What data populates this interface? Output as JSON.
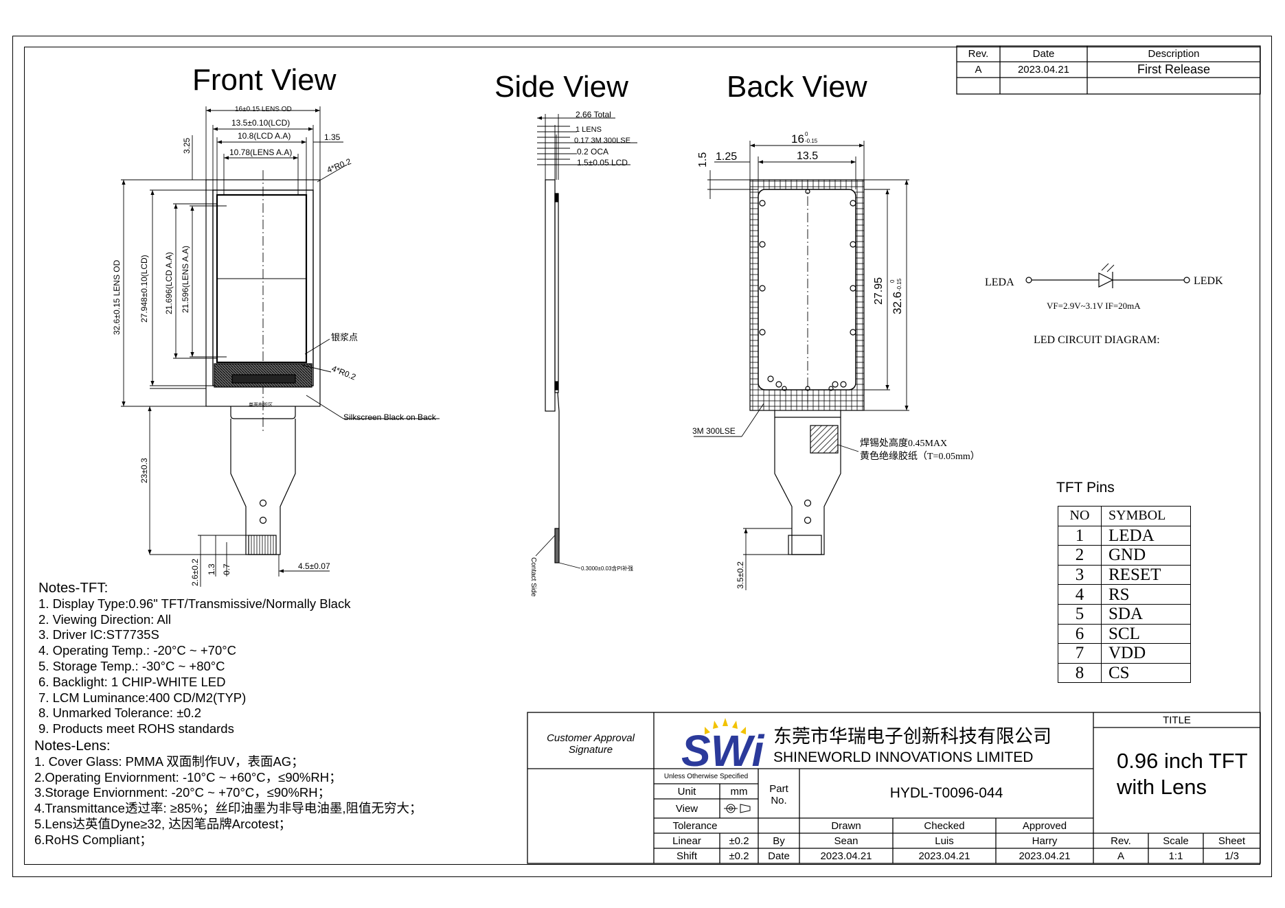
{
  "views": {
    "front": "Front View",
    "side": "Side View",
    "back": "Back View"
  },
  "revision_table": {
    "headers": [
      "Rev.",
      "Date",
      "Description"
    ],
    "rows": [
      [
        "A",
        "2023.04.21",
        "First Release"
      ]
    ]
  },
  "front_dims": {
    "lens_od_w": "16±0.15  LENS OD",
    "lcd_w": "13.5±0.10(LCD)",
    "lcd_aa_w": "10.8(LCD A.A)",
    "lens_aa_w": "10.78(LENS A.A)",
    "offset_right": "1.35",
    "offset_top": "3.25",
    "radius_top": "4*R0.2",
    "radius_bottom": "4*R0.2",
    "lens_od_h": "32.6±0.15  LENS OD",
    "lcd_h": "27.948±0.10(LCD)",
    "lcd_aa_h": "21.696(LCD A.A)",
    "lens_aa_h": "21.596(LENS A.A)",
    "silver_dot": "银浆点",
    "silkscreen": "Silkscreen Black on Back",
    "fpc_mark": "单面布折区",
    "fpc_len": "23±0.3",
    "fpc_end": "2.6±0.2",
    "pitch1": "1.3",
    "pitch2": "0.7",
    "fpc_w": "4.5±0.07"
  },
  "side_dims": {
    "total": "2.66 Total",
    "lens": "1  LENS",
    "lse": "0.17  3M 300LSE",
    "oca": "0.2 OCA",
    "lcd": "1.5±0.05 LCD",
    "contact_side": "Contact Side",
    "pi": "0.3000±0.03含PI补强"
  },
  "back_dims": {
    "width_nom": "16",
    "width_up": "0",
    "width_low": "-0.15",
    "inner_w": "13.5",
    "left_off": "1.25",
    "top_off": "1.5",
    "h1": "27.95",
    "h2_nom": "32.6",
    "h2_up": "0",
    "h2_low": "-0.15",
    "tape": "3M 300LSE",
    "solder1": "焊锡处高度0.45MAX",
    "solder2": "黄色绝缘胶纸（T=0.05mm）",
    "fpc_end": "3.5±0.2"
  },
  "led": {
    "anode": "LEDA",
    "cathode": "LEDK",
    "spec": "VF=2.9V~3.1V   IF=20mA",
    "title": "LED CIRCUIT DIAGRAM:"
  },
  "pins": {
    "title": "TFT Pins",
    "headers": [
      "NO",
      "SYMBOL"
    ],
    "rows": [
      [
        "1",
        "LEDA"
      ],
      [
        "2",
        "GND"
      ],
      [
        "3",
        "RESET"
      ],
      [
        "4",
        "RS"
      ],
      [
        "5",
        "SDA"
      ],
      [
        "6",
        "SCL"
      ],
      [
        "7",
        "VDD"
      ],
      [
        "8",
        "CS"
      ]
    ]
  },
  "notes_tft": {
    "title": "Notes-TFT:",
    "items": [
      "1. Display Type:0.96\" TFT/Transmissive/Normally Black",
      "2. Viewing Direction: All",
      "3. Driver IC:ST7735S",
      "4. Operating Temp.: -20°C ~ +70°C",
      "5. Storage Temp.: -30°C ~ +80°C",
      "6. Backlight: 1 CHIP-WHITE LED",
      "7. LCM Luminance:400 CD/M2(TYP)",
      "8. Unmarked Tolerance: ±0.2",
      "9. Products meet ROHS standards"
    ]
  },
  "notes_lens": {
    "title": "Notes-Lens:",
    "items": [
      "1. Cover Glass: PMMA     双面制作UV，表面AG；",
      "2.Operating Enviornment: -10°C ~ +60°C，≤90%RH；",
      "3.Storage Enviornment: -20°C ~ +70°C，≤90%RH；",
      "4.Transmittance透过率: ≥85%；丝印油墨为非导电油墨,阻值无穷大；",
      "5.Lens达英值Dyne≥32, 达因笔品牌Arcotest；",
      "6.RoHS Compliant；"
    ]
  },
  "title_block": {
    "approval_1": "Customer Approval",
    "approval_2": "Signature",
    "logo_text": "SWi",
    "company_cn": "东莞市华瑞电子创新科技有限公司",
    "company_en": "SHINEWORLD INNOVATIONS LIMITED",
    "unless": "Unless Otherwise Specified",
    "unit_label": "Unit",
    "unit_value": "mm",
    "view_label": "View",
    "tolerance": "Tolerance",
    "linear_label": "Linear",
    "linear_value": "±0.2",
    "shift_label": "Shift",
    "shift_value": "±0.2",
    "part_no_label_1": "Part",
    "part_no_label_2": "No.",
    "part_no": "HYDL-T0096-044",
    "drawn": "Drawn",
    "checked": "Checked",
    "approved": "Approved",
    "by": "By",
    "date": "Date",
    "drawn_by": "Sean",
    "checked_by": "Luis",
    "approved_by": "Harry",
    "drawn_date": "2023.04.21",
    "checked_date": "2023.04.21",
    "approved_date": "2023.04.21",
    "title_label": "TITLE",
    "title_1": "0.96 inch TFT",
    "title_2": "with  Lens",
    "rev_label": "Rev.",
    "rev_value": "A",
    "scale_label": "Scale",
    "scale_value": "1:1",
    "sheet_label": "Sheet",
    "sheet_value": "1/3"
  },
  "colors": {
    "line": "#000000",
    "logo_blue": "#2b3a9b",
    "logo_yellow": "#f2c200"
  }
}
